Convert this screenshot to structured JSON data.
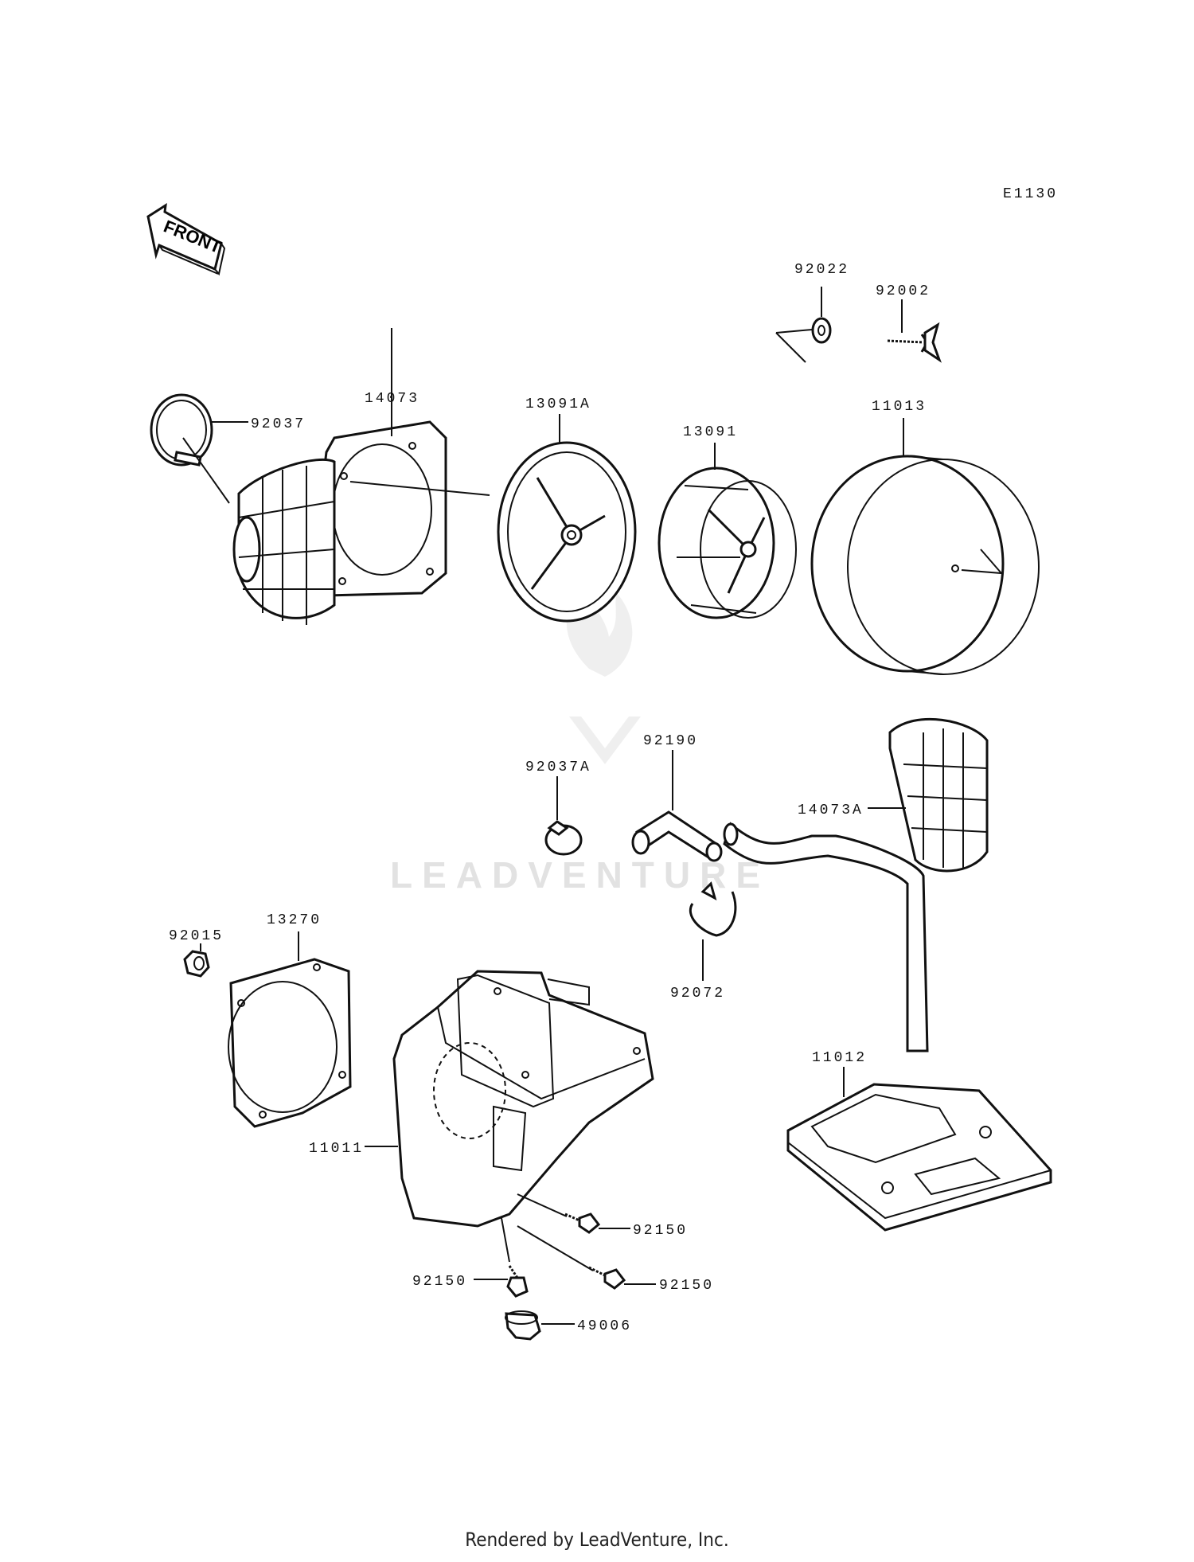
{
  "diagram_code": "E1130",
  "front_label": "FRONT",
  "watermark": "LEADVENTURE",
  "footer": "Rendered by LeadVenture, Inc.",
  "parts": {
    "p92022": "92022",
    "p92002": "92002",
    "p92037": "92037",
    "p14073": "14073",
    "p13091A": "13091A",
    "p13091": "13091",
    "p11013": "11013",
    "p92190": "92190",
    "p92037A": "92037A",
    "p14073A": "14073A",
    "p92015": "92015",
    "p13270": "13270",
    "p92072": "92072",
    "p11012": "11012",
    "p11011": "11011",
    "p92150a": "92150",
    "p92150b": "92150",
    "p92150c": "92150",
    "p49006": "49006"
  }
}
